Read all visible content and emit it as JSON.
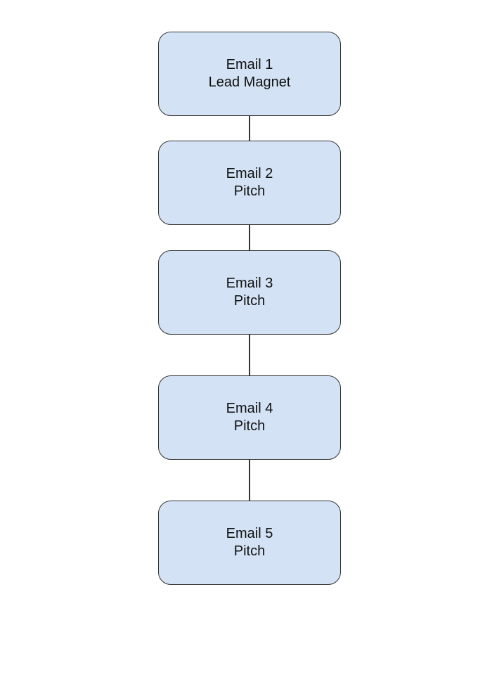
{
  "diagram": {
    "colors": {
      "node_fill": "#d3e2f4",
      "node_border": "#333333",
      "connector": "#333333",
      "text": "#111111"
    },
    "nodes": [
      {
        "title": "Email 1",
        "subtitle": "Lead Magnet"
      },
      {
        "title": "Email 2",
        "subtitle": "Pitch"
      },
      {
        "title": "Email 3",
        "subtitle": "Pitch"
      },
      {
        "title": "Email 4",
        "subtitle": "Pitch"
      },
      {
        "title": "Email 5",
        "subtitle": "Pitch"
      }
    ]
  }
}
